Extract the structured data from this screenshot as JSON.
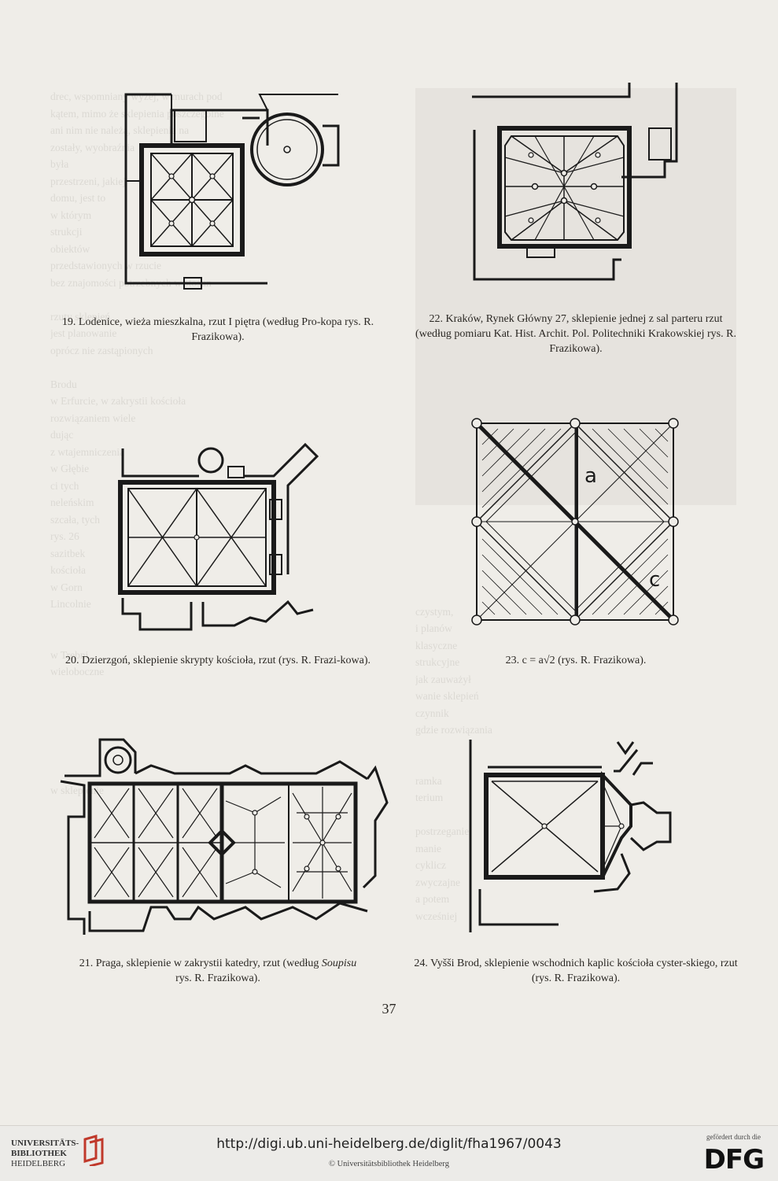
{
  "page_number": "37",
  "captions": {
    "fig19": "19. Lodenice, wieża mieszkalna, rzut I piętra (według Pro-kopa rys. R. Frazikowa).",
    "fig22": "22. Kraków, Rynek Główny 27, sklepienie jednej z sal parteru rzut (według pomiaru Kat. Hist. Archit. Pol. Politechniki Krakowskiej rys. R. Frazikowa).",
    "fig20": "20. Dzierzgoń, sklepienie skrypty kościoła, rzut (rys. R. Frazi-kowa).",
    "fig23": "23. c = a√2 (rys. R. Frazikowa).",
    "fig21_a": "21. Praga, sklepienie w zakrystii katedry, rzut (według ",
    "fig21_italic": "Soupisu",
    "fig21_b": "rys. R. Frazikowa).",
    "fig24": "24. Vyšši Brod, sklepienie wschodnich kaplic kościoła cyster-skiego, rzut (rys. R. Frazikowa)."
  },
  "fig23": {
    "label_a": "a",
    "label_c": "c"
  },
  "bleed": {
    "left": "drec, wspomniany wyżej, w murach pod\nkątem, mimo że sklepienia poszczególne\nani nim nie należą, sklepienia na\nzostały, wyobraźnia\nbyła\nprzestrzeni, jakiej\ndomu, jest to\nw którym\nstrukcji\nobiektów\nprzedstawionych w rzucie\nbez znajomości potrzebnych w stosun-\n\nrzuty sklepień\njest planowanie\noprócz nie zastąpionych\n\nBrodu\nw Erfurcie, w zakrystii kościoła\nrozwiązaniem wiele\ndując\nz wtajemniczenia\nw Głębie\nci tych\nneleńskim\nszcała, tych\nrys. 26\nsazitbek\nkościoła\nw Gorn\nLincolnie\n\n\nw Trebni\nwieloboczne\n\n\n\n\n\n\nw sklepienie",
    "right": "\nczystym,\ni planów\nklasyczne\nstrukcyjne\njak zauważył\nwanie sklepień\nczynnik\ngdzie rozwiązania\n\n\nramka\nterium\n\npostrzeganie\nmanie\ncyklicz\nzwyczajne\na potem\nwcześniej\n"
  },
  "footer": {
    "library_line1": "UNIVERSITÄTS-",
    "library_line2": "BIBLIOTHEK",
    "library_line3": "HEIDELBERG",
    "url": "http://digi.ub.uni-heidelberg.de/diglit/fha1967/0043",
    "copyright": "© Universitätsbibliothek Heidelberg",
    "funded_by": "gefördert durch die",
    "dfg": "DFG"
  }
}
